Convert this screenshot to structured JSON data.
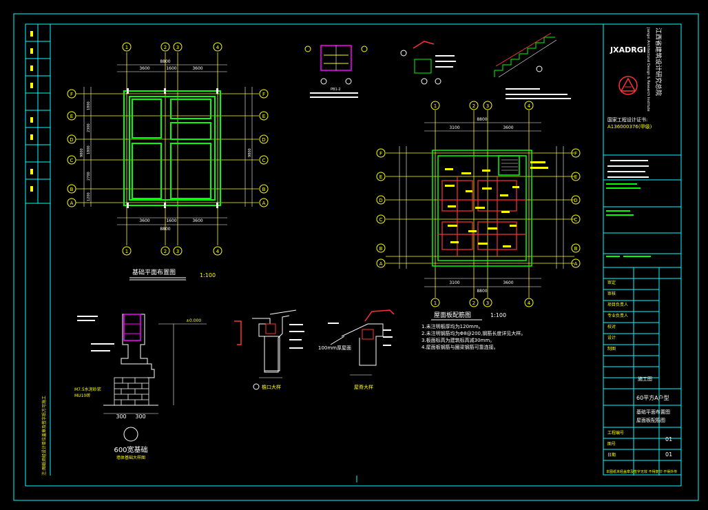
{
  "colors": {
    "background": "#000000",
    "frame": "#00ffff",
    "grid_line": "#ffff00",
    "wall": "#00ff00",
    "beam": "#ff3333",
    "dimension": "#ffffff",
    "rebar": "#ff00ff"
  },
  "title_block": {
    "company_logo_text": "JXADRGI",
    "company_vertical_lines": [
      "江西省建筑设计研究总院",
      "Jiangxi Architectural Design & Research Institute"
    ],
    "cert_label": "国家工程设计证书:",
    "cert_number": "A136000376(甲级)",
    "design_stage": "施工图",
    "project_name": "60平方A户型",
    "drawing_title_1": "基础平面布置图",
    "drawing_title_2": "屋面板配筋图",
    "sheet_number_1": "01",
    "sheet_number_2": "01",
    "bottom_note": "本图纸未经盖章及签字无效 不得复印 不得外传",
    "rows": [
      "审定",
      "审核",
      "项目负责人",
      "专业负责人",
      "校对",
      "设计",
      "制图",
      "工程编号",
      "图号",
      "日期"
    ]
  },
  "foundation_plan": {
    "title": "基础平面布置图",
    "scale": "1:100",
    "axes_top": [
      "1",
      "2",
      "3",
      "4"
    ],
    "axes_left": [
      "F",
      "E",
      "D",
      "C",
      "B",
      "A"
    ],
    "dim_top_total": "8800",
    "dim_top": [
      "3600",
      "1600",
      "3600"
    ],
    "dim_left": [
      "1800",
      "2300",
      "1800",
      "2700",
      "1200"
    ],
    "dim_left_total": "9800"
  },
  "roof_plan": {
    "title": "屋面板配筋图",
    "scale": "1:100",
    "axes_top": [
      "1",
      "2",
      "3",
      "4"
    ],
    "axes_left": [
      "F",
      "E",
      "D",
      "C",
      "B",
      "A"
    ],
    "dim_top_total": "8800",
    "dim_top": [
      "3100",
      "3600"
    ],
    "notes": [
      "1.未注明板厚均为120mm。",
      "2.未注明钢筋均为Φ8@200,钢筋长度详见大样。",
      "3.板面标高为建筑标高减30mm。",
      "4.屋面板钢筋与圈梁钢筋可靠连接。"
    ]
  },
  "foundation_detail": {
    "title": "600宽基础",
    "subtitle": "墙体基础大样图",
    "dims": [
      "300",
      "300"
    ],
    "labels": [
      "M7.5水泥砂浆",
      "MU10砖",
      "±0.000"
    ]
  },
  "eave_details": {
    "detail_1_title": "檐口大样",
    "detail_2_title": "屋脊大样",
    "label": "100mm厚屋面"
  },
  "stair_detail": {
    "label": "PB1-2"
  },
  "left_stamp_text": "注:图纸须经设计单位盖章及签字后方可施工"
}
